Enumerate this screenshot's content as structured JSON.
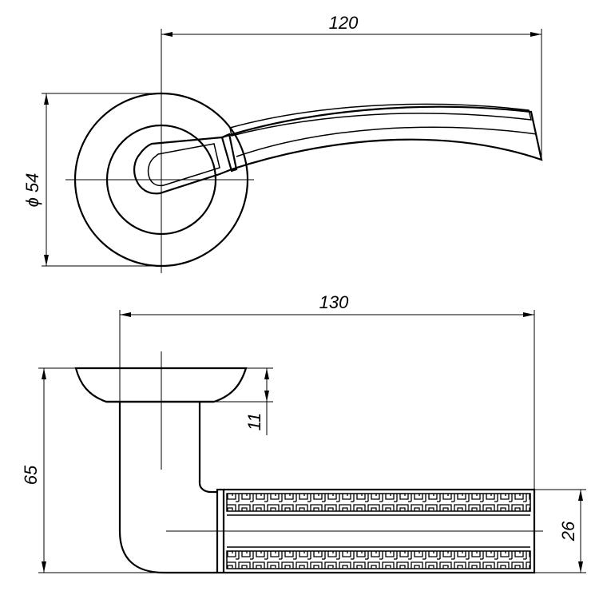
{
  "diagram": {
    "dimensions": {
      "top_width": "120",
      "rosette_diameter": "ϕ 54",
      "side_length": "130",
      "total_height": "65",
      "rosette_height": "11",
      "grip_height": "26"
    },
    "colors": {
      "line": "#000000",
      "background": "#ffffff"
    }
  }
}
